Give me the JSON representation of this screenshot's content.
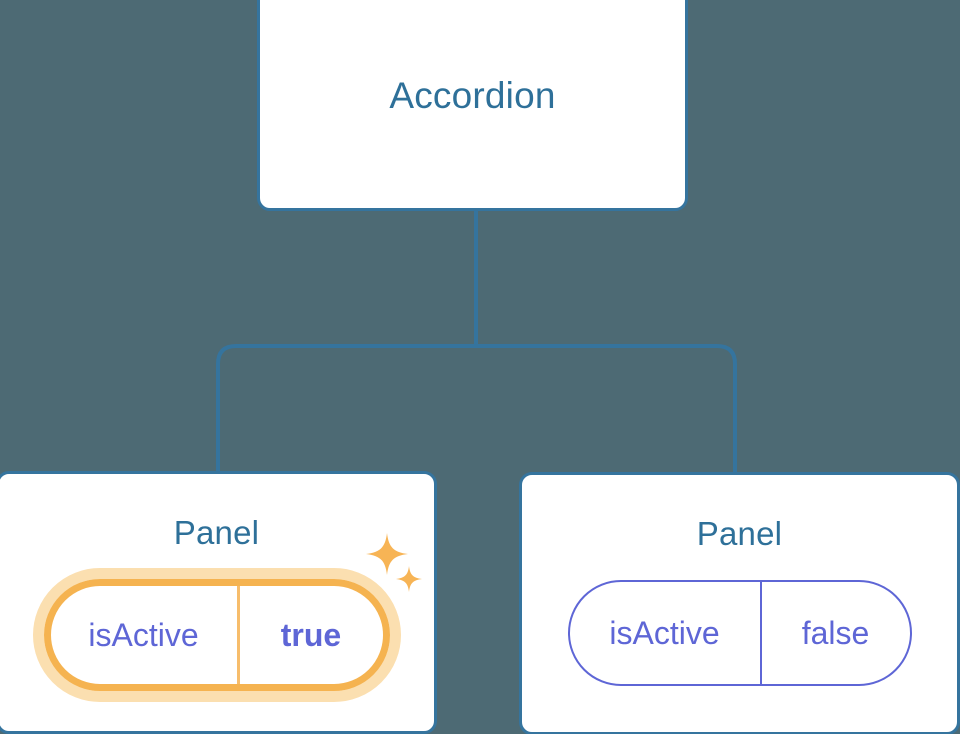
{
  "diagram": {
    "background_color": "#4d6a74",
    "node_border_color": "#35749e",
    "title_color": "#2e7099",
    "pill_color": "#5e66d6",
    "highlight_color": "#f5b350",
    "highlight_glow_color": "#fbdfb0",
    "connector_color": "#35749e"
  },
  "root": {
    "title": "Accordion"
  },
  "panels": [
    {
      "title": "Panel",
      "highlighted": true,
      "prop": {
        "key": "isActive",
        "value": "true"
      },
      "sparkles": [
        "sparkle-large-icon",
        "sparkle-small-icon"
      ]
    },
    {
      "title": "Panel",
      "highlighted": false,
      "prop": {
        "key": "isActive",
        "value": "false"
      }
    }
  ]
}
